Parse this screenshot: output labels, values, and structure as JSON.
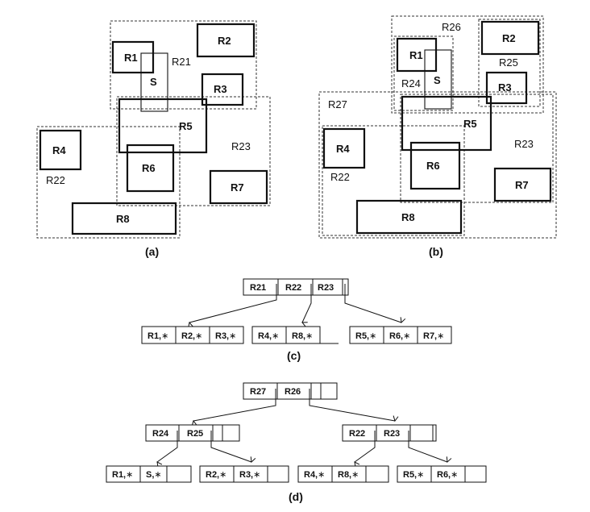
{
  "captions": {
    "a": "(a)",
    "b": "(b)",
    "c": "(c)",
    "d": "(d)"
  },
  "labels": {
    "R1": "R1",
    "R2": "R2",
    "R3": "R3",
    "R4": "R4",
    "R5": "R5",
    "R6": "R6",
    "R7": "R7",
    "R8": "R8",
    "S": "S",
    "R21": "R21",
    "R22": "R22",
    "R23": "R23",
    "R24": "R24",
    "R25": "R25",
    "R26": "R26",
    "R27": "R27"
  },
  "trees": {
    "c": {
      "root": [
        "R21",
        "R22",
        "R23"
      ],
      "leaves": [
        [
          "R1,",
          "R2,",
          "R3,"
        ],
        [
          "R4,",
          "R8,",
          ""
        ],
        [
          "R5,",
          "R6,",
          "R7,"
        ]
      ]
    },
    "d": {
      "root": [
        "R27",
        "R26",
        ""
      ],
      "level2": [
        [
          "R24",
          "R25",
          ""
        ],
        [
          "R22",
          "R23",
          ""
        ]
      ],
      "leaves": [
        [
          "R1,",
          "S,",
          ""
        ],
        [
          "R2,",
          "R3,",
          ""
        ],
        [
          "R4,",
          "R8,",
          ""
        ],
        [
          "R5,",
          "R6,",
          ""
        ]
      ]
    }
  },
  "star_symbol": "∗"
}
